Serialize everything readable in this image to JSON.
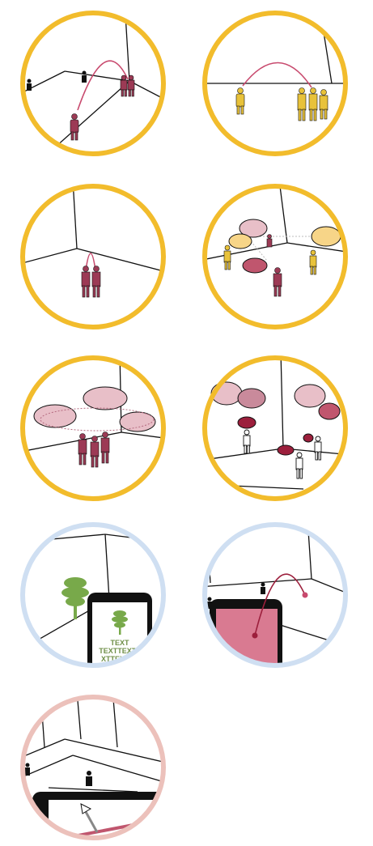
{
  "colors": {
    "gold_ring": "#f2bc2c",
    "blue_ring": "#cfdff2",
    "pink_ring": "#ecc1bb",
    "maroon": "#9c3a55",
    "rose": "#c0566e",
    "gold_figure": "#e8c23a",
    "bubble_pink": "#e8bfc8",
    "bubble_gold": "#f7d588",
    "tree_green": "#78a94a"
  },
  "tiles": [
    {
      "ring": "gold_ring",
      "scene": "arc-throw-to-group"
    },
    {
      "ring": "gold_ring",
      "scene": "arc-throw-to-group-close"
    },
    {
      "ring": "gold_ring",
      "scene": "pair-in-corner"
    },
    {
      "ring": "gold_ring",
      "scene": "speech-bubbles-room"
    },
    {
      "ring": "gold_ring",
      "scene": "group-with-bubbles"
    },
    {
      "ring": "gold_ring",
      "scene": "conversations-corner"
    },
    {
      "ring": "blue_ring",
      "scene": "phone-tree-ar"
    },
    {
      "ring": "blue_ring",
      "scene": "phone-arc-pointer"
    },
    {
      "ring": "pink_ring",
      "scene": "phone-navigation-arrows"
    }
  ],
  "phone_text": {
    "line1": "TEXT",
    "line2": "TEXTTEXTT",
    "line3": "XTTEXTTE"
  }
}
